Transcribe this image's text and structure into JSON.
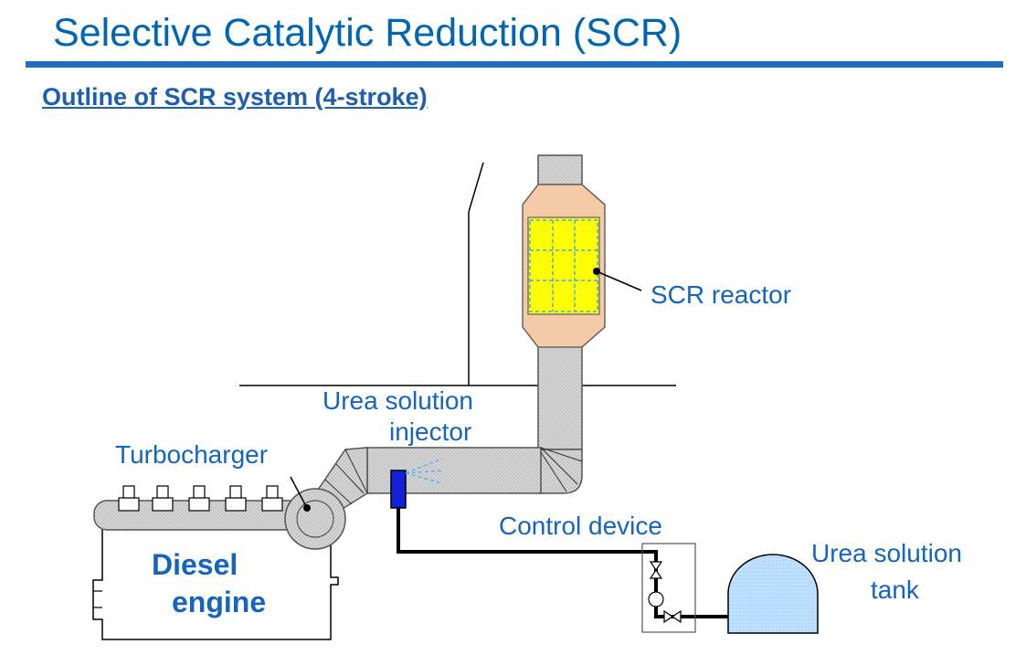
{
  "page": {
    "title": "Selective Catalytic Reduction (SCR)",
    "subtitle": "Outline of SCR system (4-stroke)"
  },
  "labels": {
    "scr_reactor": "SCR reactor",
    "injector_line1": "Urea solution",
    "injector_line2": "injector",
    "turbocharger": "Turbocharger",
    "control_device": "Control device",
    "tank_line1": "Urea solution",
    "tank_line2": "tank",
    "engine_line1": "Diesel",
    "engine_line2": "engine"
  },
  "colors": {
    "accent_blue": "#1565c0",
    "title_rule": "#1f6fc1",
    "catalyst_yellow": "#ffff00",
    "reactor_housing": "#f5cba7",
    "duct_gray": "#d3d3d3",
    "tank_fill": "#bfe1ff",
    "injector_blue": "#1420d8"
  }
}
